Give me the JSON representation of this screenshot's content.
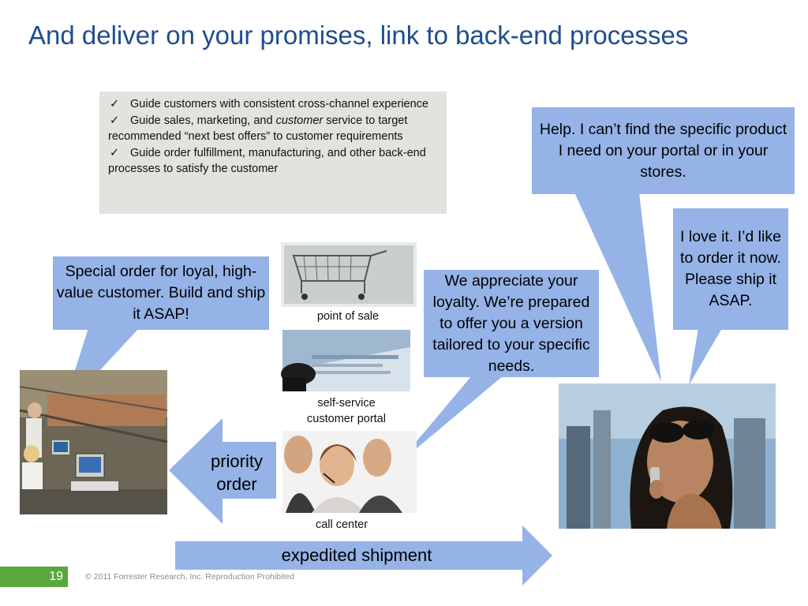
{
  "title": "And deliver on your promises, link to back-end processes",
  "bullets": [
    {
      "check": "✓",
      "pre": "Guide customers with consistent cross-channel experience",
      "em": "",
      "post": ""
    },
    {
      "check": "✓",
      "pre": "Guide sales, marketing, and ",
      "em": "customer",
      "post": " service to target recommended “next best offers” to customer requirements"
    },
    {
      "check": "✓",
      "pre": "Guide order fulfillment, manufacturing, and other back-end processes to satisfy the customer",
      "em": "",
      "post": ""
    }
  ],
  "bubbles": {
    "help": "Help. I can’t find the specific product I need on your portal or in your stores.",
    "love": "I love it. I’d like to order it now. Please ship it ASAP.",
    "appreciate": "We appreciate your loyalty. We’re prepared to offer you a version tailored to your specific needs.",
    "special": "Special order for loyal, high-value customer. Build and ship it ASAP!"
  },
  "channels": {
    "pos": "point of sale",
    "portal_line1": "self-service",
    "portal_line2": "customer portal",
    "call": "call center"
  },
  "arrows": {
    "priority_line1": "priority",
    "priority_line2": "order",
    "expedited": "expedited shipment"
  },
  "footer": {
    "page_number": "19",
    "copyright": "© 2011 Forrester Research, Inc. Reproduction Prohibited"
  },
  "colors": {
    "title": "#1f4e8c",
    "bubble": "#95b3e7",
    "footer_green": "#59a83e",
    "bullet_box": "#e2e2df"
  }
}
